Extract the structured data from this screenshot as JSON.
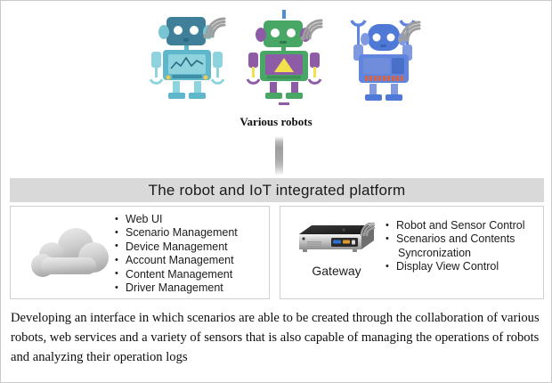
{
  "robots": {
    "label": "Various robots",
    "items": [
      {
        "name": "robot-teal",
        "screen": "waveform-chart",
        "accent": "#3f8ea8",
        "body": "#5fb7cc",
        "light": "#8ed3de"
      },
      {
        "name": "robot-green",
        "screen": "warning-triangle",
        "accent": "#3f9e63",
        "body": "#49a766",
        "light": "#8e5ba6"
      },
      {
        "name": "robot-blue",
        "screen": "panel-display",
        "accent": "#3d63c4",
        "body": "#4f79d6",
        "light": "#7f9ae0"
      }
    ],
    "wifi_icon": "wifi-signal-icon"
  },
  "platform": {
    "title": "The robot and IoT integrated platform"
  },
  "panels": {
    "left": {
      "icon": "cloud-icon",
      "features": [
        "Web UI",
        "Scenario Management",
        "Device Management",
        "Account Management",
        "Content Management",
        "Driver Management"
      ]
    },
    "right": {
      "device_icon": "gateway-device-icon",
      "device_label": "Gateway",
      "features": [
        "Robot and Sensor Control",
        "Scenarios and Contents",
        "Syncronization",
        "Display View Control"
      ]
    }
  },
  "description": "Developing an interface in which scenarios are able to be created through the collaboration of various robots, web services and a variety of sensors that is also capable of managing the operations of robots and analyzing their operation logs",
  "colors": {
    "platform_bar": "#d9d9d9",
    "panel_border": "#d0d0d0",
    "frame_border": "#c9c9c9",
    "cloud_light": "#e2e2e2",
    "cloud_dark": "#b0b0b0"
  }
}
